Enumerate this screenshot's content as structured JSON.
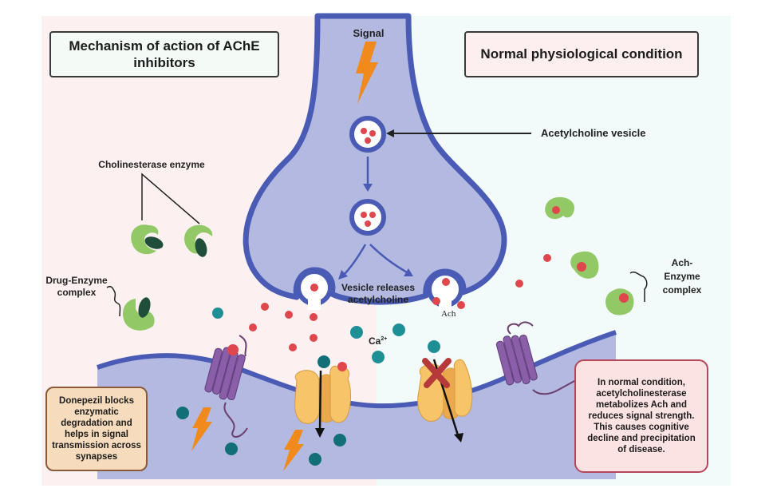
{
  "titles": {
    "left": "Mechanism of action of AChE inhibitors",
    "right": "Normal physiological condition"
  },
  "labels": {
    "signal": "Signal",
    "acetylcholine_vesicle": "Acetylcholine vesicle",
    "cholinesterase_enzyme": "Cholinesterase enzyme",
    "drug_enzyme_line1": "Drug-Enzyme",
    "drug_enzyme_line2": "complex",
    "ach_enzyme_line1": "Ach-",
    "ach_enzyme_line2": "Enzyme",
    "ach_enzyme_line3": "complex",
    "vesicle_releases_line1": "Vesicle releases",
    "vesicle_releases_line2": "acetylcholine",
    "ach": "Ach",
    "calcium": "Ca",
    "calcium_charge": "2+"
  },
  "notes": {
    "left": "Donepezil blocks enzymatic degradation and helps in signal transmission across synapses",
    "right": "In normal condition, acetylcholinesterase metabolizes Ach and reduces signal strength. This causes cognitive decline and precipitation of disease."
  },
  "colors": {
    "left_bg": "#fdf0f0",
    "right_bg": "#f2fbf9",
    "neuron_fill": "#b3b9e0",
    "membrane": "#4a5bb5",
    "ach_molecule": "#e0474c",
    "calcium_ion": "#1f8f96",
    "calcium_ion_inside": "#126f78",
    "enzyme": "#93c867",
    "drug": "#1f4f3a",
    "receptor": "#8a5ea8",
    "channel": "#f8c46a",
    "signal_bolt": "#f08a1c",
    "block_x": "#b63a3a"
  }
}
